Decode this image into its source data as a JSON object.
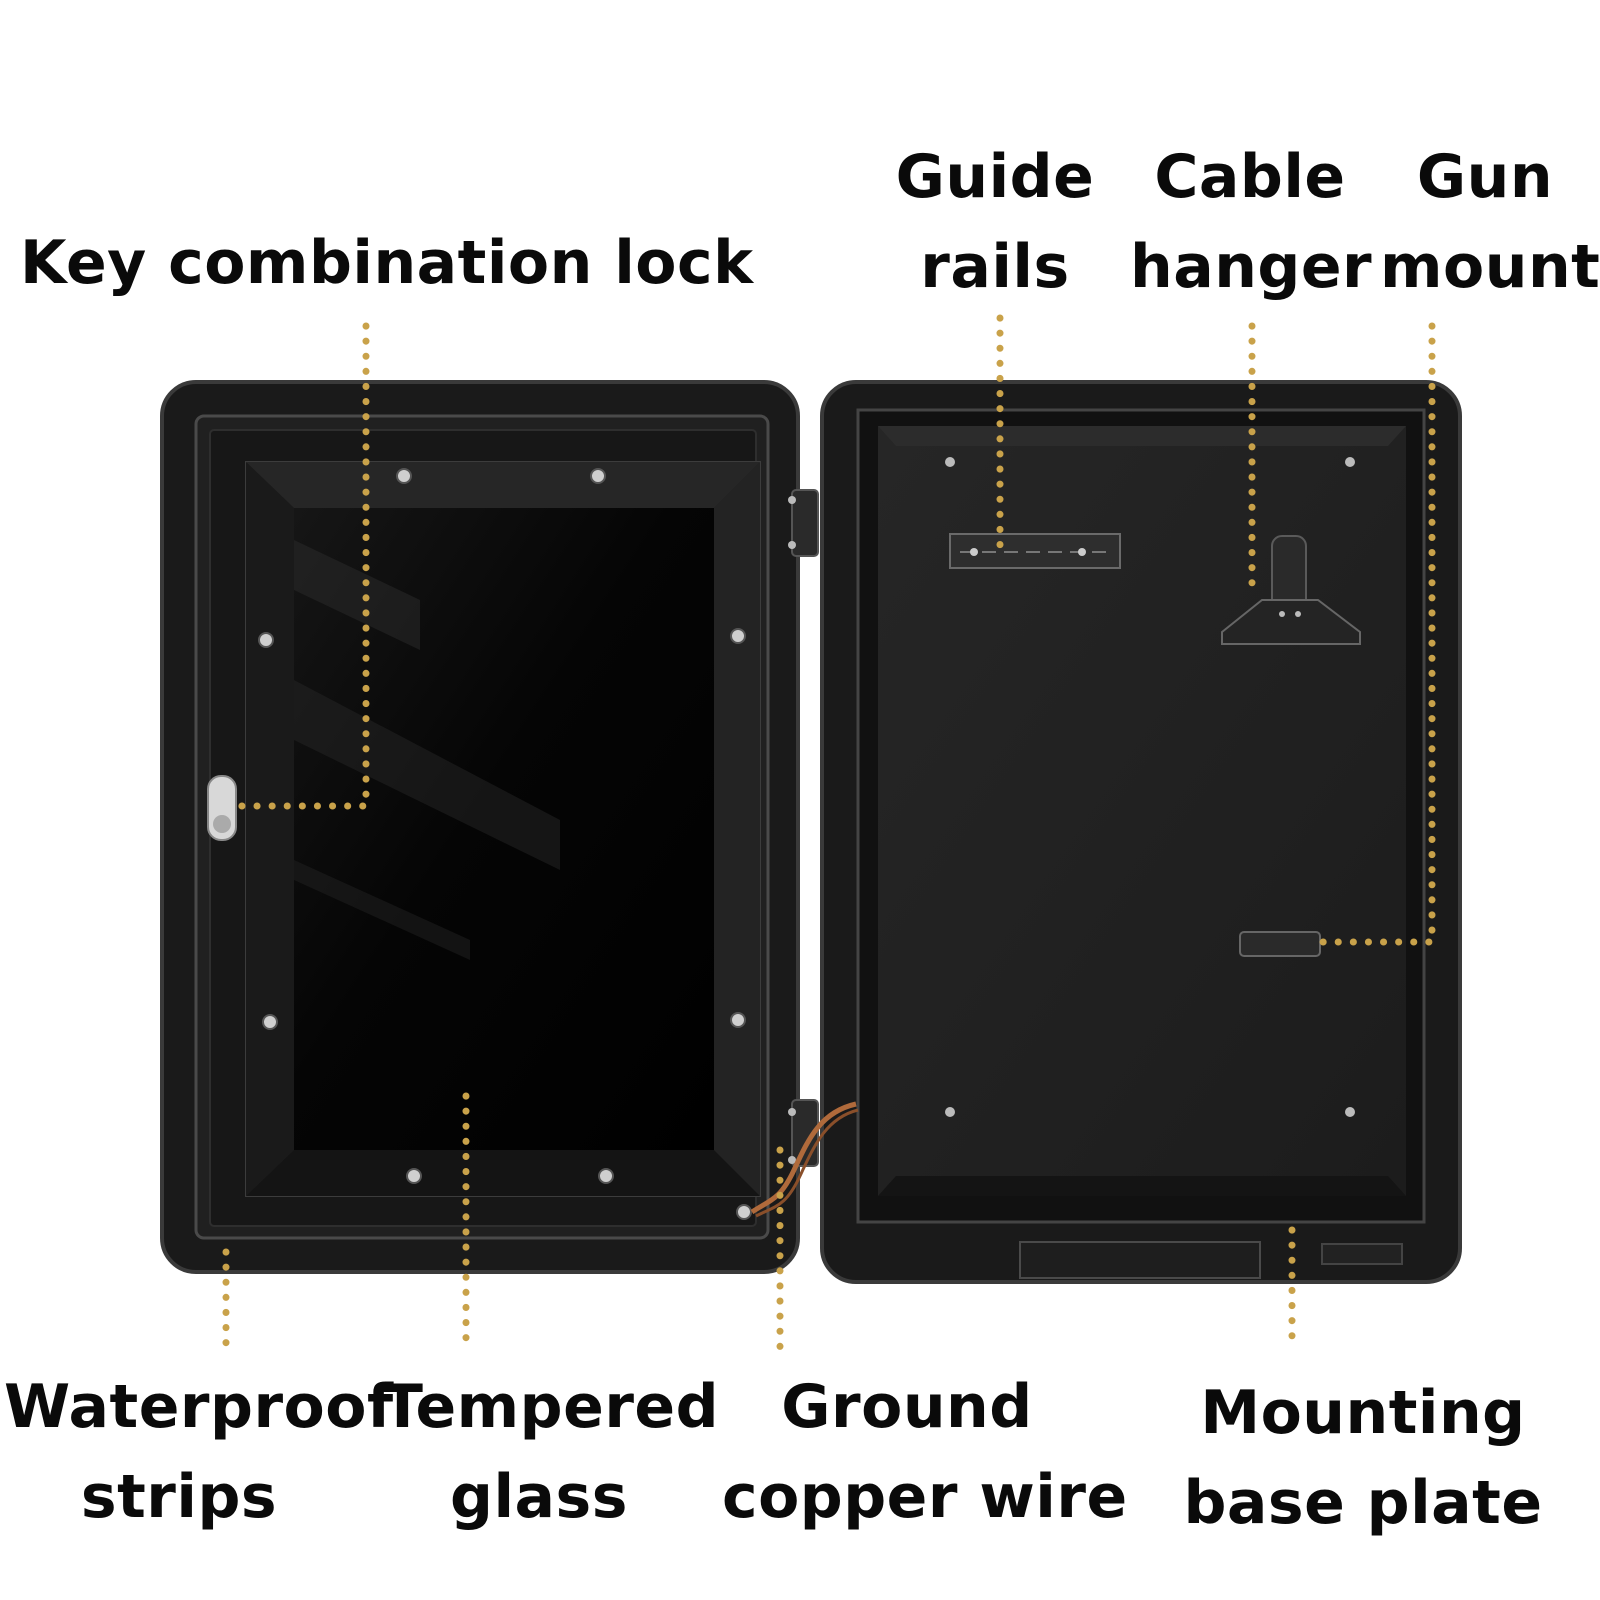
{
  "labels": {
    "key_lock": [
      "Key combination lock"
    ],
    "guide_rails": [
      "Guide",
      "rails"
    ],
    "cable_hanger": [
      "Cable",
      "hanger"
    ],
    "gun_mount": [
      "Gun",
      "mount"
    ],
    "waterproof_strips": [
      "Waterproof",
      "strips"
    ],
    "tempered_glass": [
      "Tempered",
      "glass"
    ],
    "ground_wire": [
      "Ground",
      "copper wire"
    ],
    "mounting_plate": [
      "Mounting",
      "base plate"
    ]
  },
  "colors": {
    "background": "#ffffff",
    "text": "#0a0a0a",
    "leader_dots": "#c9a24a",
    "cabinet_body": "#1b1b1b",
    "cabinet_inner": "#232323",
    "glass": "#050505",
    "copper_wire": "#b06a3b"
  }
}
